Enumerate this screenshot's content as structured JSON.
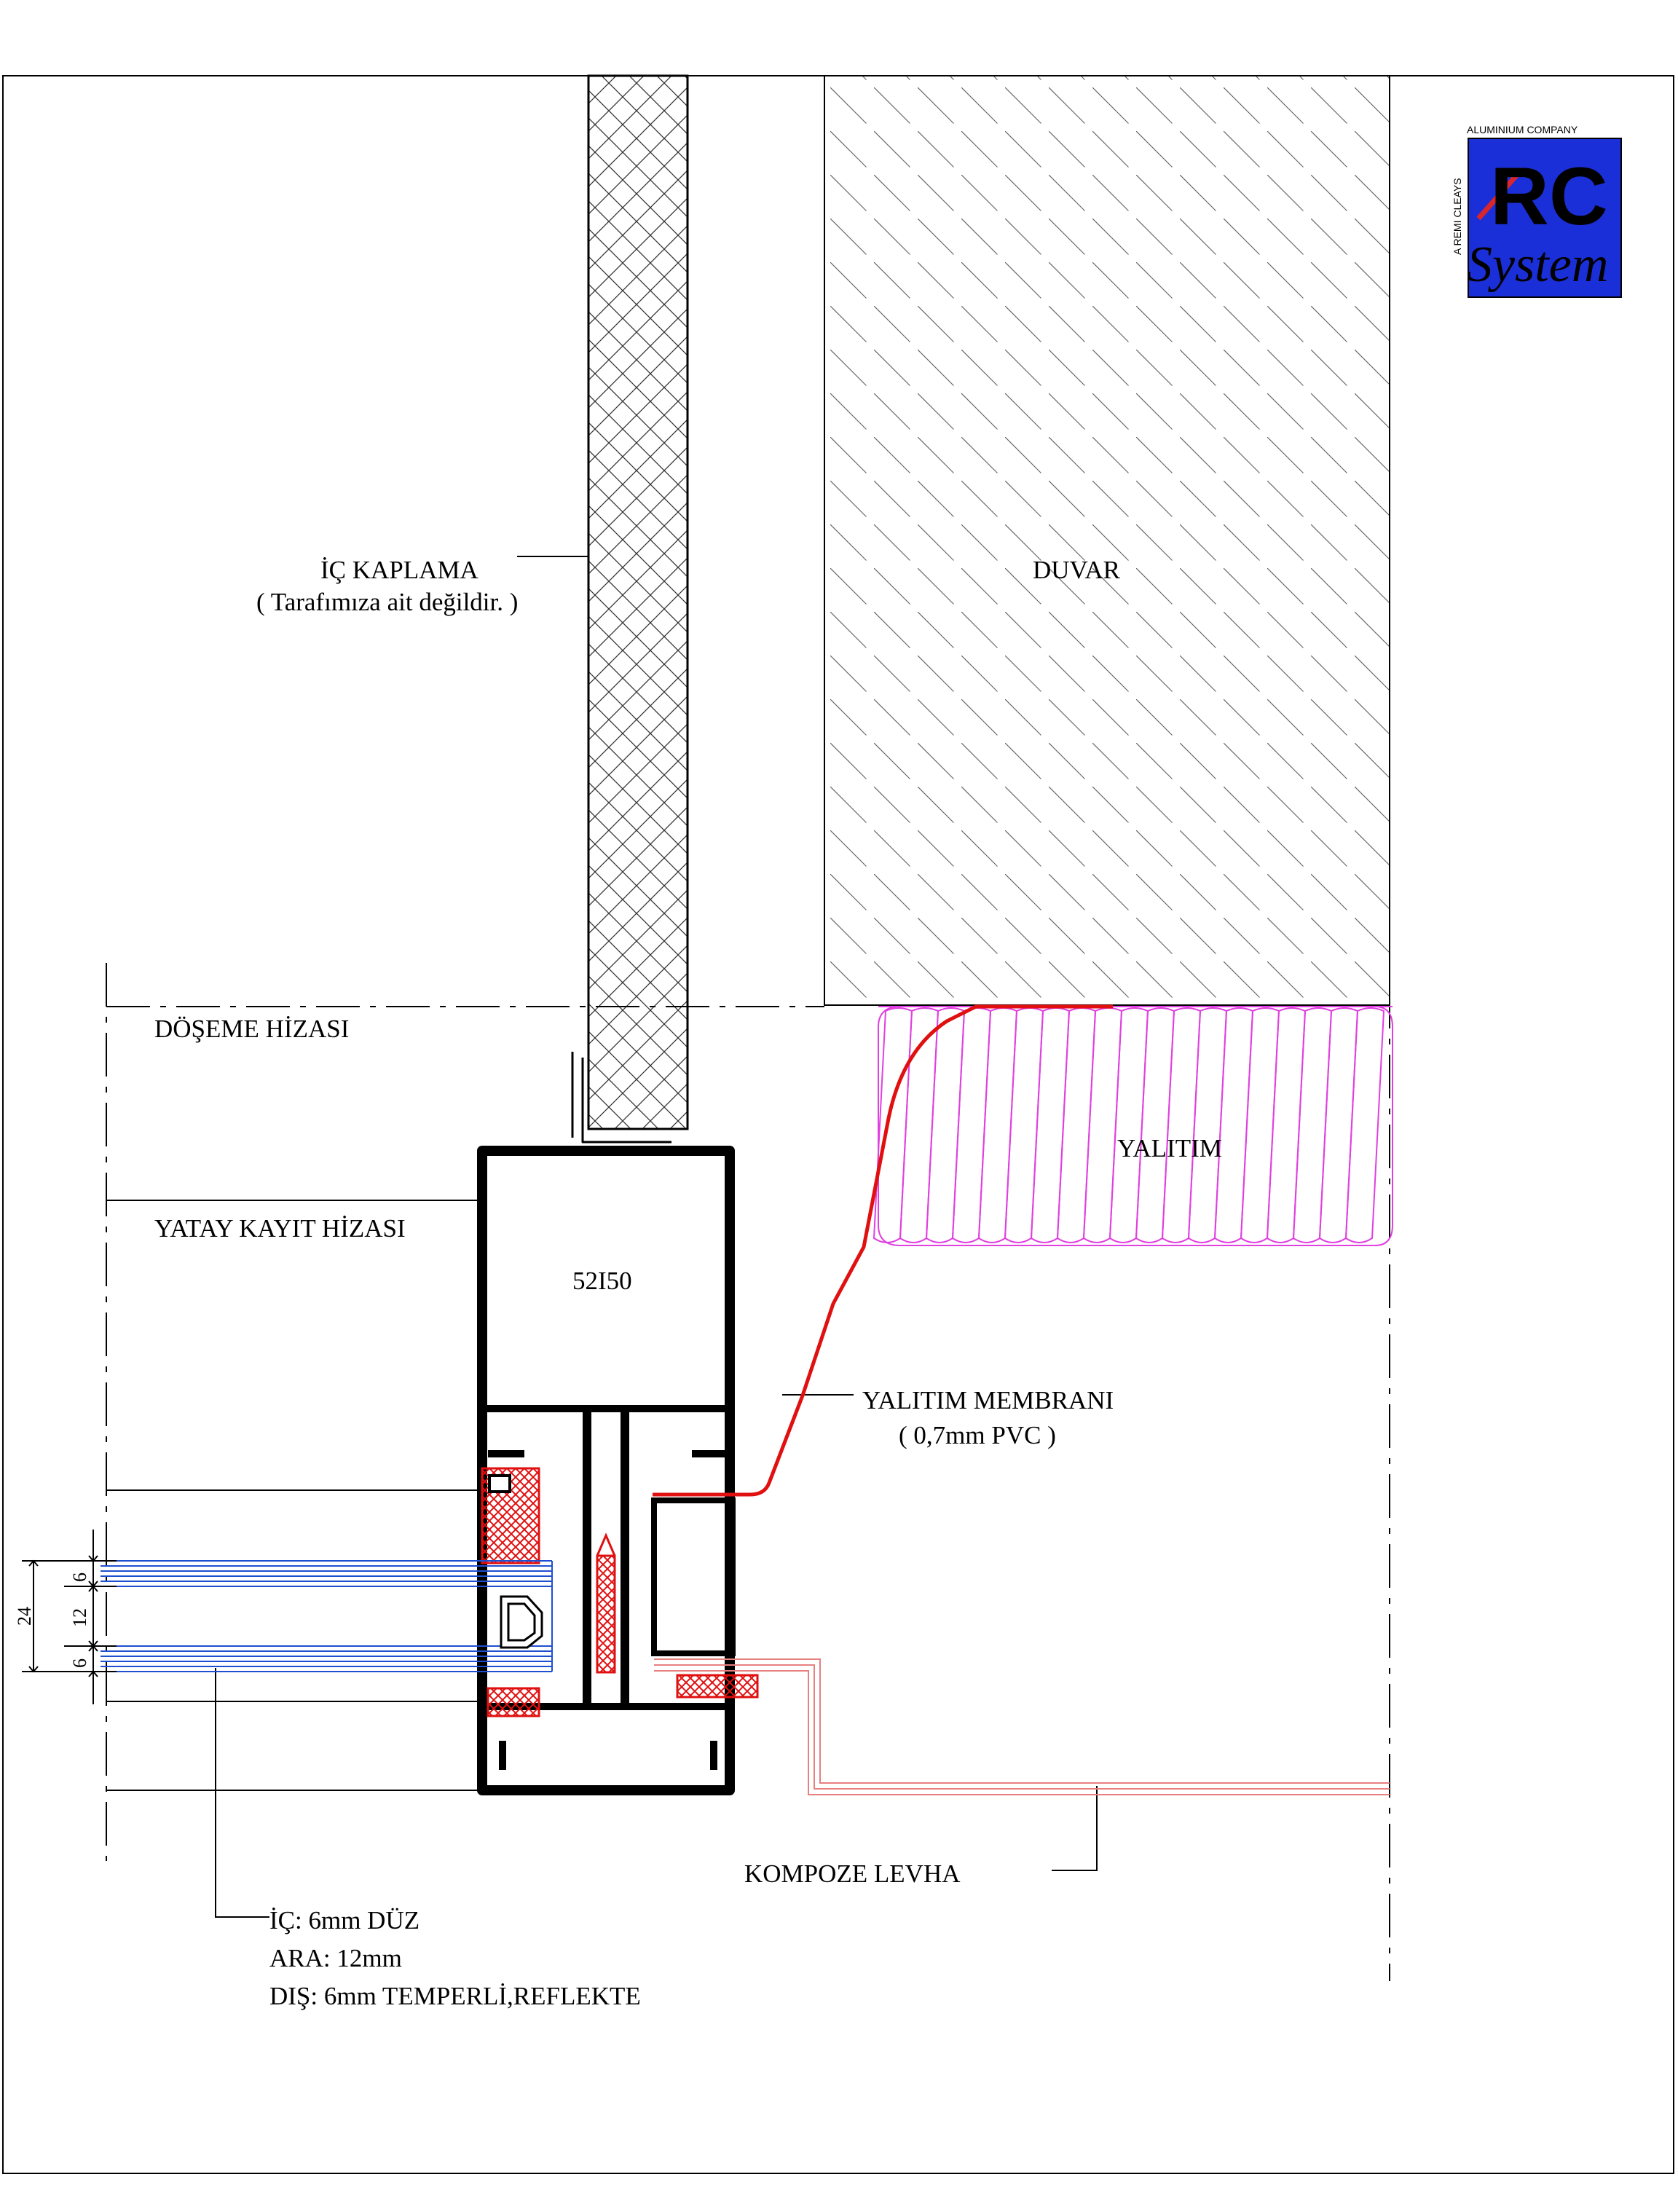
{
  "logo": {
    "company": "ALUMINIUM COMPANY",
    "side_text": "A REMI CLEAYS",
    "brand": "RC",
    "brand_sub": "System",
    "colors": {
      "background": "#1b2fd8",
      "brand_text": "#ffffff",
      "accent": "#d9262c"
    }
  },
  "labels": {
    "ic_kaplama": "İÇ KAPLAMA",
    "ic_kaplama_note": "( Tarafımıza ait değildir. )",
    "duvar": "DUVAR",
    "doseme_hizasi": "DÖŞEME HİZASI",
    "yatay_kayit_hizasi": "YATAY KAYIT HİZASI",
    "profile_code": "52I50",
    "yalitim": "YALITIM",
    "membrane_title": "YALITIM MEMBRANI",
    "membrane_spec": "( 0,7mm PVC )",
    "kompoze_levha": "KOMPOZE LEVHA",
    "glass_inner": "İÇ: 6mm DÜZ",
    "glass_gap": "ARA: 12mm",
    "glass_outer": "DIŞ: 6mm TEMPERLİ,REFLEKTE"
  },
  "dimensions": {
    "total": "24",
    "outer_pane": "6",
    "cavity": "12",
    "inner_pane": "6"
  },
  "colors": {
    "insulation": "#e040e0",
    "membrane": "#e01010",
    "gasket": "#e01010",
    "glass": "#1f4fd0",
    "composite_panel": "#e88080",
    "line": "#000000"
  }
}
